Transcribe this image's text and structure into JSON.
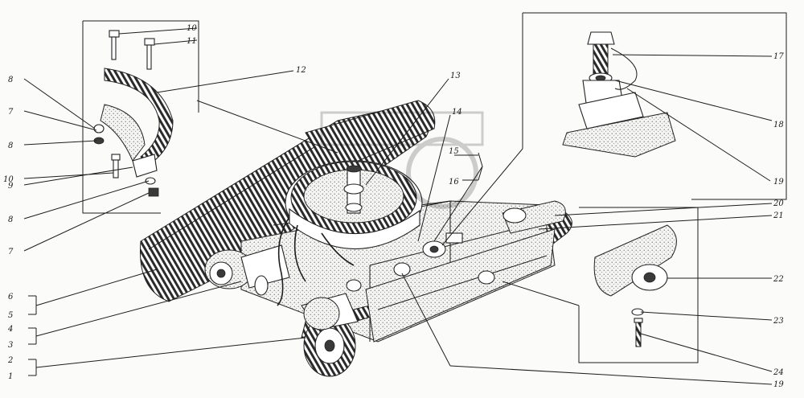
{
  "figure": {
    "callouts": [
      {
        "id": "c1",
        "text": "1"
      },
      {
        "id": "c2",
        "text": "2"
      },
      {
        "id": "c3",
        "text": "3"
      },
      {
        "id": "c4",
        "text": "4"
      },
      {
        "id": "c5",
        "text": "5"
      },
      {
        "id": "c6",
        "text": "6"
      },
      {
        "id": "c7a",
        "text": "7"
      },
      {
        "id": "c7b",
        "text": "7"
      },
      {
        "id": "c8a",
        "text": "8"
      },
      {
        "id": "c8b",
        "text": "8"
      },
      {
        "id": "c8c",
        "text": "8"
      },
      {
        "id": "c9",
        "text": "9"
      },
      {
        "id": "c10a",
        "text": "10"
      },
      {
        "id": "c10b",
        "text": "10"
      },
      {
        "id": "c11",
        "text": "11"
      },
      {
        "id": "c12",
        "text": "12"
      },
      {
        "id": "c13",
        "text": "13"
      },
      {
        "id": "c14",
        "text": "14"
      },
      {
        "id": "c15",
        "text": "15"
      },
      {
        "id": "c16",
        "text": "16"
      },
      {
        "id": "c17",
        "text": "17"
      },
      {
        "id": "c18",
        "text": "18"
      },
      {
        "id": "c19a",
        "text": "19"
      },
      {
        "id": "c19b",
        "text": "19"
      },
      {
        "id": "c20",
        "text": "20"
      },
      {
        "id": "c21",
        "text": "21"
      },
      {
        "id": "c22",
        "text": "22"
      },
      {
        "id": "c23",
        "text": "23"
      },
      {
        "id": "c24",
        "text": "24"
      }
    ]
  }
}
